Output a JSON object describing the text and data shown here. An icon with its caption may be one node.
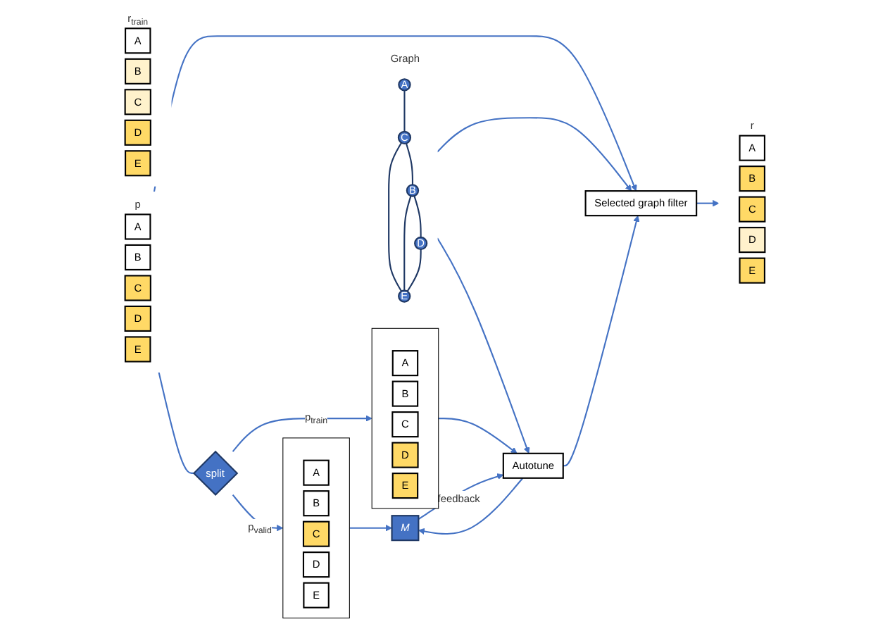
{
  "diagram": {
    "nodes": [
      {
        "text": [
          "p"
        ]
      },
      {
        "text": [
          "A"
        ],
        "in": 0
      },
      {
        "text": [
          "B"
        ],
        "in": 0
      },
      {
        "text": [
          "C"
        ],
        "in": 0
      },
      {
        "text": [
          "D"
        ],
        "in": 0
      },
      {
        "text": [
          "E"
        ],
        "in": 0
      },
      {
        "text": [
          "Graph"
        ]
      },
      {
        "text": [
          "A"
        ],
        "in": 6
      },
      {
        "text": [
          "B"
        ],
        "in": 6
      },
      {
        "text": [
          "C"
        ],
        "in": 6
      },
      {
        "text": [
          "D"
        ],
        "in": 6
      },
      {
        "text": [
          "E"
        ],
        "in": 6
      },
      {
        "text": [
          "Selected graph filter"
        ]
      },
      {
        "text": [
          "r"
        ]
      },
      {
        "text": [
          "A"
        ],
        "in": 13
      },
      {
        "text": [
          "B"
        ],
        "in": 13
      },
      {
        "text": [
          "C"
        ],
        "in": 13
      },
      {
        "text": [
          "D"
        ],
        "in": 13
      },
      {
        "text": [
          "E"
        ],
        "in": 13
      },
      {
        "text": [
          "split"
        ]
      },
      {
        "text": [],
        "shape": "box"
      },
      {
        "text": [
          "A"
        ],
        "in": 20
      },
      {
        "text": [
          "B"
        ],
        "in": 20
      },
      {
        "text": [
          "C"
        ],
        "in": 20
      },
      {
        "text": [
          "D"
        ],
        "in": 20
      },
      {
        "text": [
          "E"
        ],
        "in": 20
      },
      {
        "text": [
          "Autotune"
        ]
      },
      {
        "text": [
          "r$_{train}$"
        ]
      },
      {
        "text": [
          "A"
        ],
        "in": 27
      },
      {
        "text": [
          "B"
        ],
        "in": 27
      },
      {
        "text": [
          "C"
        ],
        "in": 27
      },
      {
        "text": [
          "D"
        ],
        "in": 27
      },
      {
        "text": [
          "E"
        ],
        "in": 27
      },
      {
        "text": [],
        "shape": "box"
      },
      {
        "text": [
          "A"
        ],
        "in": 33
      },
      {
        "text": [
          "B"
        ],
        "in": 33
      },
      {
        "text": [
          "C"
        ],
        "in": 33
      },
      {
        "text": [
          "D"
        ],
        "in": 33
      },
      {
        "text": [
          "E"
        ],
        "in": 33
      },
      {
        "text": [
          "M"
        ]
      }
    ],
    "edges": [
      {
        "from": 6,
        "to": 12,
        "arrow": "to"
      },
      {
        "from": 6,
        "to": 26,
        "arrow": "to"
      },
      {
        "from": 0,
        "to": 12,
        "arrow": "to"
      },
      {
        "from": 0,
        "to": 19,
        "arrow": "none"
      },
      {
        "from": 19,
        "to": 20,
        "arrow": "to",
        "label": "p$_{train}$"
      },
      {
        "from": 19,
        "to": 33,
        "arrow": "to",
        "label": "p$_{valid}$"
      },
      {
        "from": 20,
        "to": 26,
        "arrow": "to"
      },
      {
        "from": 33,
        "to": 39,
        "arrow": "to"
      },
      {
        "from": 26,
        "to": 39,
        "arrow": "to"
      },
      {
        "from": 39,
        "to": 26,
        "arrow": "to",
        "label": "feedback"
      },
      {
        "from": 26,
        "to": 12,
        "arrow": "to"
      },
      {
        "from": 12,
        "to": 13,
        "arrow": "to"
      },
      {
        "from": 7,
        "to": 9,
        "arrow": "none",
        "color": "#1f3864"
      },
      {
        "from": 9,
        "to": 8,
        "arrow": "none",
        "color": "#1f3864"
      },
      {
        "from": 9,
        "to": 11,
        "arrow": "none",
        "color": "#1f3864"
      },
      {
        "from": 8,
        "to": 11,
        "arrow": "none",
        "color": "#1f3864"
      },
      {
        "from": 8,
        "to": 10,
        "arrow": "none",
        "color": "#1f3864"
      },
      {
        "from": 10,
        "to": 11,
        "arrow": "none",
        "color": "#1f3864"
      }
    ]
  }
}
